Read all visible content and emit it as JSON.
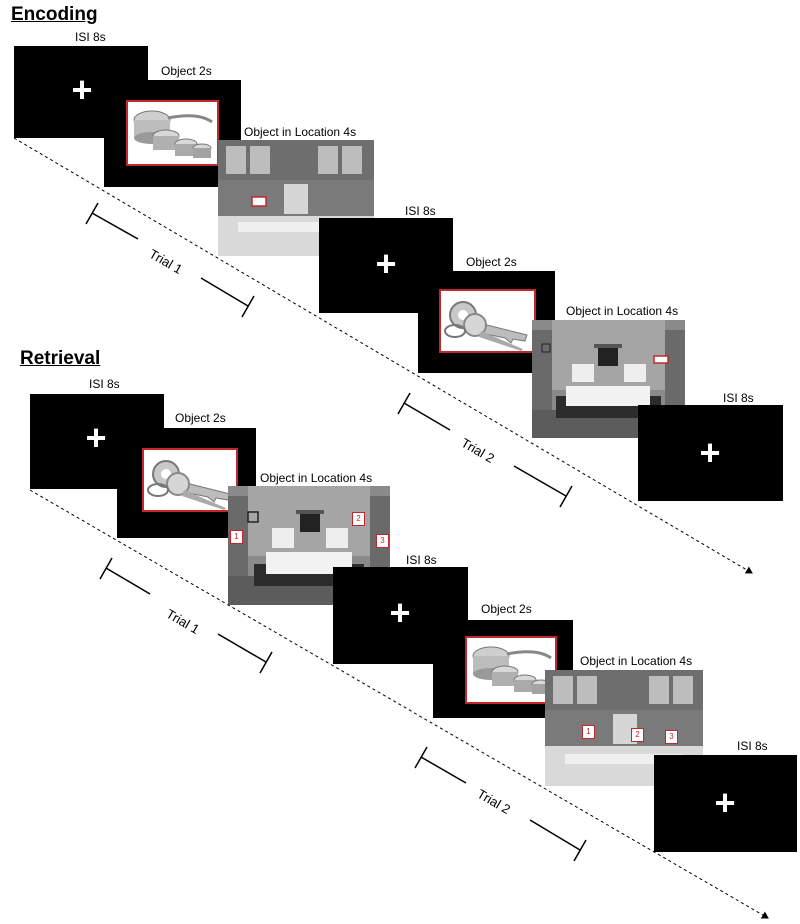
{
  "encoding": {
    "heading": "Encoding",
    "trial1": {
      "isi": "ISI 8s",
      "object": "Object 2s",
      "location": "Object in Location 4s",
      "label": "Trial 1"
    },
    "trial2": {
      "isi": "ISI 8s",
      "object": "Object 2s",
      "location": "Object in Location 4s",
      "label": "Trial 2"
    },
    "final_isi": "ISI 8s"
  },
  "retrieval": {
    "heading": "Retrieval",
    "trial1": {
      "isi": "ISI 8s",
      "object": "Object 2s",
      "location": "Object in Location 4s",
      "label": "Trial 1",
      "choices": [
        "1",
        "2",
        "3"
      ]
    },
    "trial2": {
      "isi": "ISI 8s",
      "object": "Object 2s",
      "location": "Object in Location 4s",
      "label": "Trial 2",
      "choices": [
        "1",
        "2",
        "3"
      ]
    },
    "final_isi": "ISI 8s"
  },
  "fixation": "+",
  "icons": [
    "fixation-cross-icon",
    "measuring-cups-image",
    "keys-image",
    "kitchen-scene-image",
    "living-room-scene-image",
    "timeline-arrow-icon"
  ],
  "colors": {
    "frame": "#000000",
    "object_border": "#c0282d",
    "background": "#ffffff"
  }
}
